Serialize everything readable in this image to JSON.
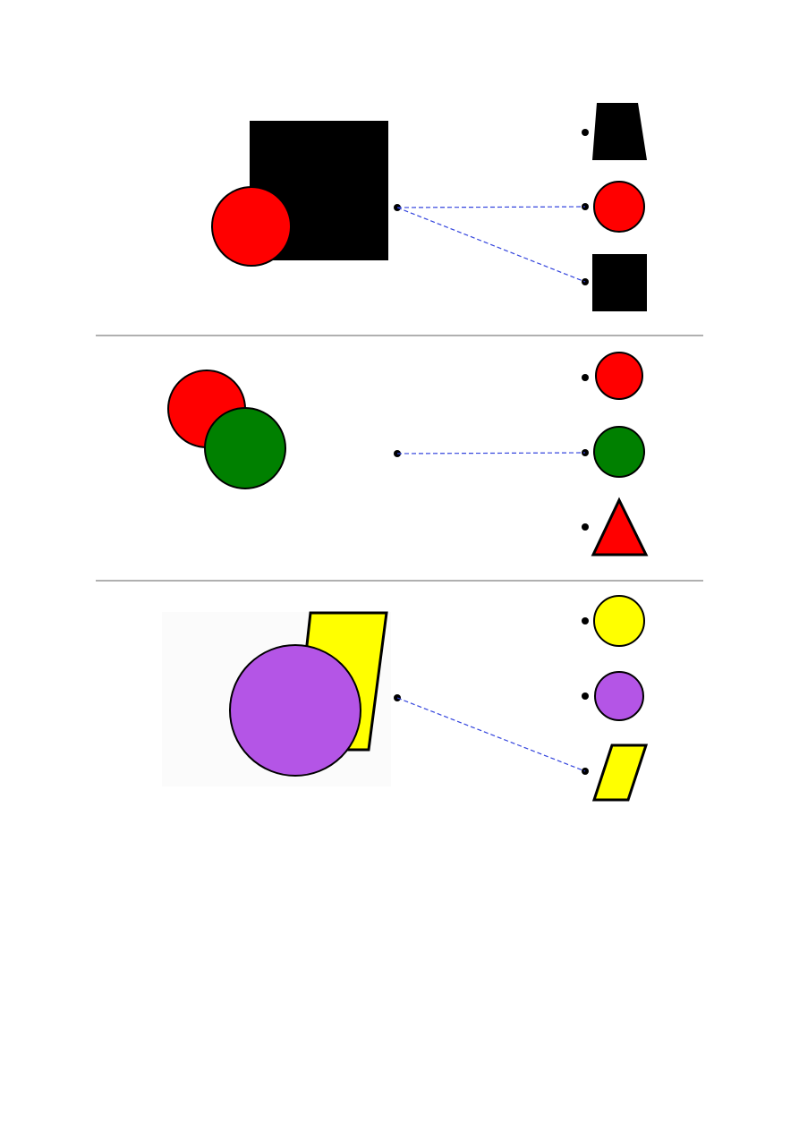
{
  "diagram": {
    "kind": "shape-matching-exercise",
    "colors": {
      "black": "#000000",
      "red": "#ff0000",
      "green": "#008000",
      "yellow": "#ffff00",
      "purple": "#b455e6",
      "connector": "#3344dd",
      "separator": "#b0b0b0"
    },
    "rows": [
      {
        "composite": [
          "black-square",
          "red-circle"
        ],
        "options": [
          "black-trapezoid",
          "red-circle",
          "black-square"
        ],
        "connected_options": [
          1,
          2
        ]
      },
      {
        "composite": [
          "red-circle",
          "green-circle"
        ],
        "options": [
          "red-circle",
          "green-circle",
          "red-triangle"
        ],
        "connected_options": [
          1
        ]
      },
      {
        "composite": [
          "yellow-parallelogram",
          "purple-circle"
        ],
        "options": [
          "yellow-circle",
          "purple-circle",
          "yellow-parallelogram"
        ],
        "connected_options": [
          2
        ]
      }
    ]
  }
}
